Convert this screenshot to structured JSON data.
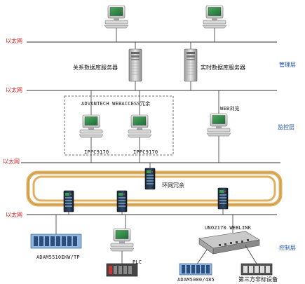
{
  "networks": {
    "ethernet1": "以太网",
    "ethernet2": "以太网",
    "ethernet3": "以太网",
    "ethernet4": "以太网"
  },
  "layers": {
    "management": "管理层",
    "monitoring": "监控层",
    "control": "控制层"
  },
  "servers": {
    "relational_db": "关系数据库服务器",
    "realtime_db": "实时数据库服务器"
  },
  "monitoring": {
    "redundancy": "ADVANTECH WEBACCESS冗余",
    "web_browse": "WEB浏览",
    "ippc1": "IPPC9170",
    "ippc2": "IPPC9170"
  },
  "control": {
    "ring_redundancy": "环网冗余",
    "uno_weblink": "UNO2170 WEBLINK",
    "adam5510": "ADAM5510EKW/TP",
    "plc": "PLC",
    "adam5000": "ADAM5000/485",
    "third_party": "第三方非标设备"
  },
  "colors": {
    "network_line": "#333333",
    "red_label": "#cc2222",
    "blue_label": "#1a4fb0",
    "ring": "#e0b060"
  },
  "icons": [
    "workstation-icon",
    "server-tower-icon",
    "network-switch-icon",
    "io-rack-icon",
    "gateway-device-icon",
    "plc-icon"
  ]
}
